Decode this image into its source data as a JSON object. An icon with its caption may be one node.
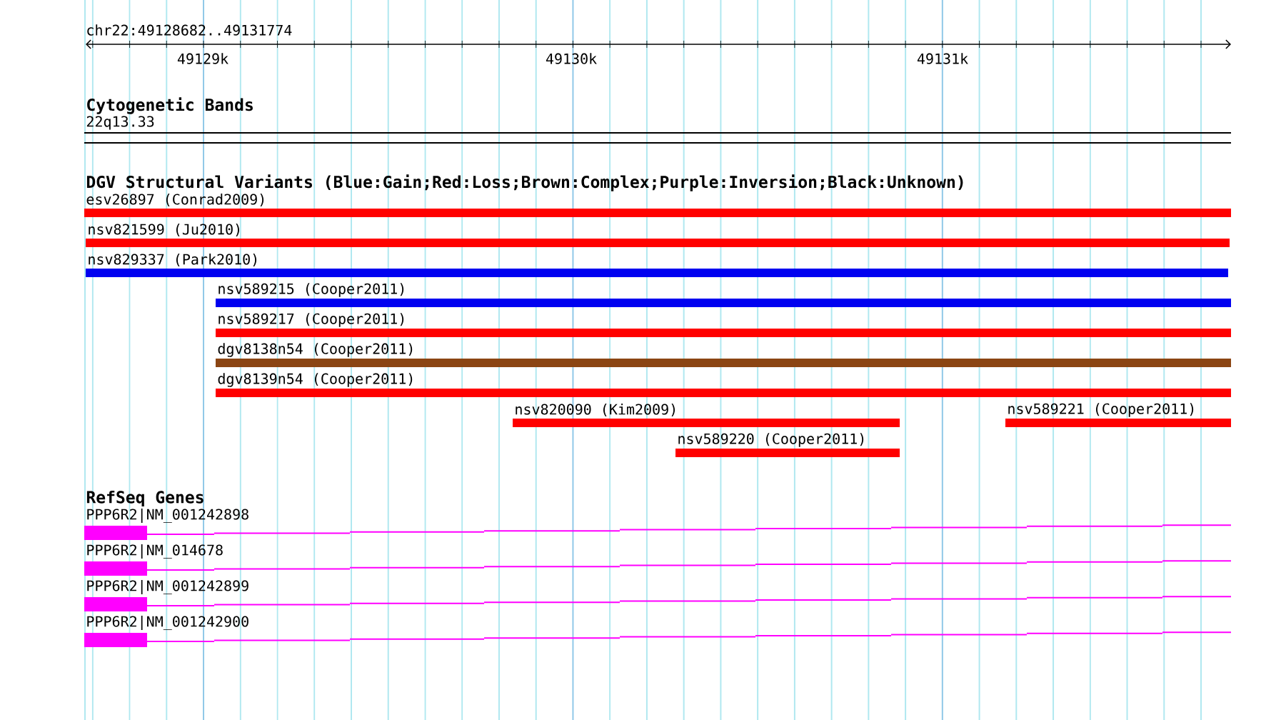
{
  "diagram": {
    "nodes": [
      {
        "text": [
          "esv26897 (Conrad2009)"
        ]
      },
      {
        "text": [
          "nsv821599 (Ju2010)"
        ]
      },
      {
        "text": [
          "nsv829337 (Park2010)"
        ]
      },
      {
        "text": [
          "nsv589215 (Cooper2011)"
        ]
      },
      {
        "text": [
          "nsv589217 (Cooper2011)"
        ]
      },
      {
        "text": [
          "dgv8138n54 (Cooper2011)"
        ]
      },
      {
        "text": [
          "dgv8139n54 (Cooper2011)"
        ]
      },
      {
        "text": [
          "nsv820090 (Kim2009)"
        ]
      },
      {
        "text": [
          "nsv589221 (Cooper2011)"
        ]
      },
      {
        "text": [
          "nsv589220 (Cooper2011)"
        ]
      },
      {
        "text": [
          "PPP6R2|NM_001242898"
        ]
      },
      {
        "text": [
          "PPP6R2|NM_014678"
        ]
      },
      {
        "text": [
          "PPP6R2|NM_001242899"
        ]
      },
      {
        "text": [
          "PPP6R2|NM_001242900"
        ]
      }
    ],
    "labels": [
      "chr22:49128682..49131774",
      "49129k",
      "49130k",
      "49131k",
      "Cytogenetic Bands",
      "22q13.33",
      "DGV Structural Variants (Blue:Gain;Red:Loss;Brown:Complex;Purple:Inversion;Black:Unknown)",
      "RefSeq Genes"
    ]
  }
}
